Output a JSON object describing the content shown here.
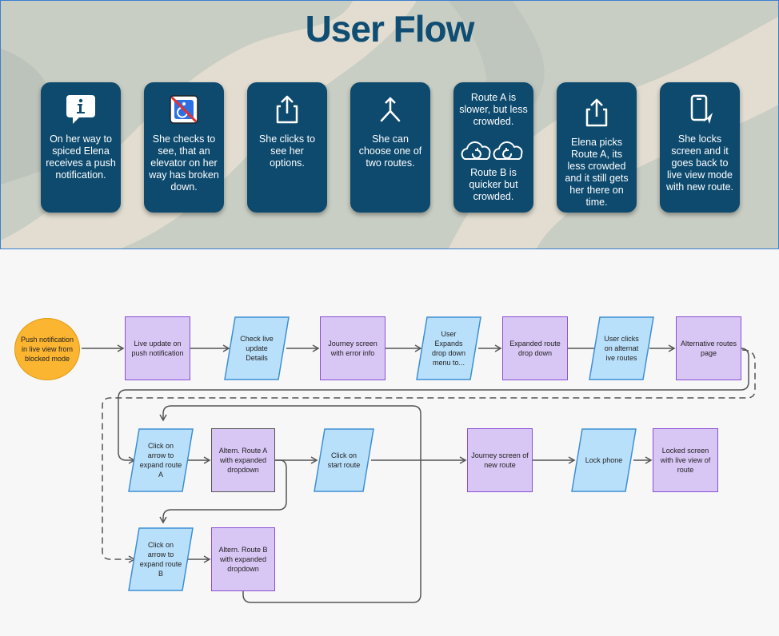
{
  "banner": {
    "title": "User Flow",
    "cards": [
      {
        "icon": "info-icon",
        "text": "On her way to spiced Elena receives a push notification."
      },
      {
        "icon": "accessibility-blocked-icon",
        "text": "She checks to see, that an elevator on her way has broken down."
      },
      {
        "icon": "share-icon",
        "text": "She clicks to see her options."
      },
      {
        "icon": "merge-icon",
        "text": "She can choose one of two routes."
      },
      {
        "icon": "cloud-sync-icon",
        "text_top": "Route A is slower, but less crowded.",
        "text_bottom": "Route B is quicker but crowded."
      },
      {
        "icon": "share-icon",
        "text": "Elena picks Route A, its less crowded and it still gets her there on time."
      },
      {
        "icon": "phone-navigation-icon",
        "text": "She locks screen and it goes back to live view mode with new route."
      }
    ]
  },
  "flow": {
    "start": "Push notification in live view from blocked mode",
    "n1": "Live update on push notification",
    "n2": "Check live update Details",
    "n3": "Journey screen with error info",
    "n4": "User Expands drop down menu to...",
    "n5": "Expanded route drop down",
    "n6": "User clicks on alternat ive routes",
    "n7": "Alternative routes page",
    "a1": "Click on arrow to expand route A",
    "a2": "Altern. Route A with expanded dropdown",
    "a3": "Click on start route",
    "a4": "Journey screen of new route",
    "a5": "Lock phone",
    "a6": "Locked screen with live view of route",
    "b1": "Click on arrow to expand route B",
    "b2": "Altern. Route B with expanded dropdown"
  },
  "colors": {
    "card_bg": "#0d4a6e",
    "title": "#0f4d73",
    "process_fill": "#d8c6f5",
    "process_border": "#8a4fd6",
    "decision_fill": "#b9e0fb",
    "decision_border": "#3d8fd6",
    "start_fill": "#fbb531"
  }
}
